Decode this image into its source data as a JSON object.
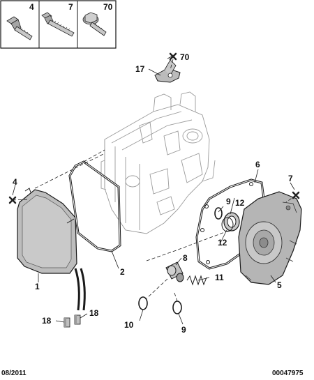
{
  "header_box": {
    "cells": [
      {
        "ref": "4",
        "icon": "short-screw-icon"
      },
      {
        "ref": "7",
        "icon": "long-screw-icon"
      },
      {
        "ref": "70",
        "icon": "flange-bolt-icon"
      }
    ]
  },
  "callouts": {
    "c1": "1",
    "c2": "2",
    "c4": "4",
    "c5": "5",
    "c6": "6",
    "c7": "7",
    "c8": "8",
    "c9a": "9",
    "c9b": "9",
    "c10": "10",
    "c11": "11",
    "c12a": "12",
    "c12b": "12",
    "c17": "17",
    "c18a": "18",
    "c18b": "18",
    "c70": "70"
  },
  "footer": {
    "date": "08/2011",
    "ref_number": "00047975"
  },
  "colors": {
    "line": "#1a1a1a",
    "part_fill": "#bdbdbd",
    "part_dark": "#8c8c8c",
    "housing_line": "#9a9a9a",
    "marker": "#222222"
  }
}
